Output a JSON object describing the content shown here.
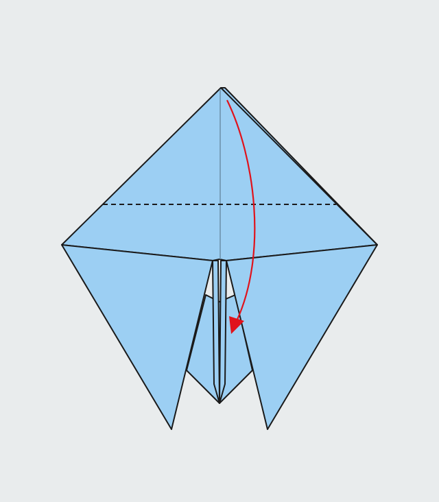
{
  "diagram": {
    "subject": "origami-fold-step",
    "colors": {
      "background": "#e9eced",
      "paper_fill": "#9ccff3",
      "edge": "#1a1a1a",
      "center_crease": "#6b8ea8",
      "fold_line": "#1a1a1a",
      "arrow": "#e0121b"
    },
    "fold_line_style": "dashed",
    "arrow_direction": "down"
  }
}
